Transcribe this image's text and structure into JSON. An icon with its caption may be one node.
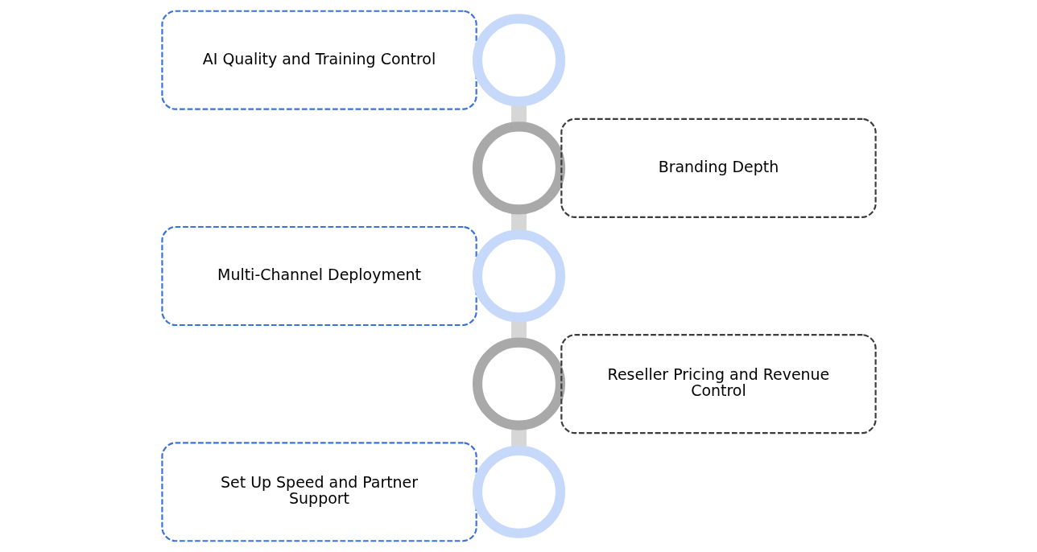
{
  "diagram": {
    "nodes": [
      {
        "text": [
          "AI Quality and Training Control"
        ]
      },
      {
        "text": [],
        "shape": "circle"
      },
      {
        "text": [
          "Branding Depth"
        ]
      },
      {
        "text": [],
        "shape": "circle"
      },
      {
        "text": [
          "Multi-Channel Deployment"
        ]
      },
      {
        "text": [],
        "shape": "circle"
      },
      {
        "text": [
          "Reseller Pricing and Revenue Control"
        ]
      },
      {
        "text": [],
        "shape": "circle"
      },
      {
        "text": [
          "Set Up Speed and Partner Support"
        ]
      },
      {
        "text": [],
        "shape": "circle"
      }
    ],
    "edges": [
      {
        "from": 1,
        "to": 3,
        "arrow": "none"
      },
      {
        "from": 3,
        "to": 5,
        "arrow": "none"
      },
      {
        "from": 5,
        "to": 7,
        "arrow": "none"
      },
      {
        "from": 7,
        "to": 9,
        "arrow": "none"
      }
    ]
  }
}
